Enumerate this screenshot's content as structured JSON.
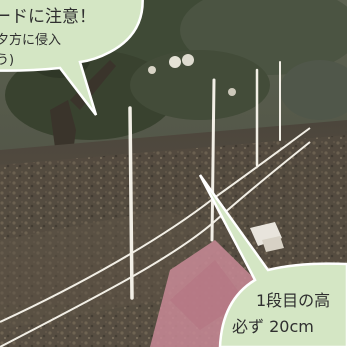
{
  "callout_top_left": {
    "line1": "ードに注意！",
    "line2": "夕方に侵入",
    "line3": "う)"
  },
  "callout_bottom_right": {
    "line1": "1段目の高",
    "line2": "必ず 20cm"
  },
  "colors": {
    "callout_fill": "#d4e6c4",
    "callout_stroke": "#ffffff",
    "foliage": "#3f4a36",
    "soil": "#5a5043",
    "fence_wire": "#f2efe6",
    "tarp": "#c98a97"
  }
}
